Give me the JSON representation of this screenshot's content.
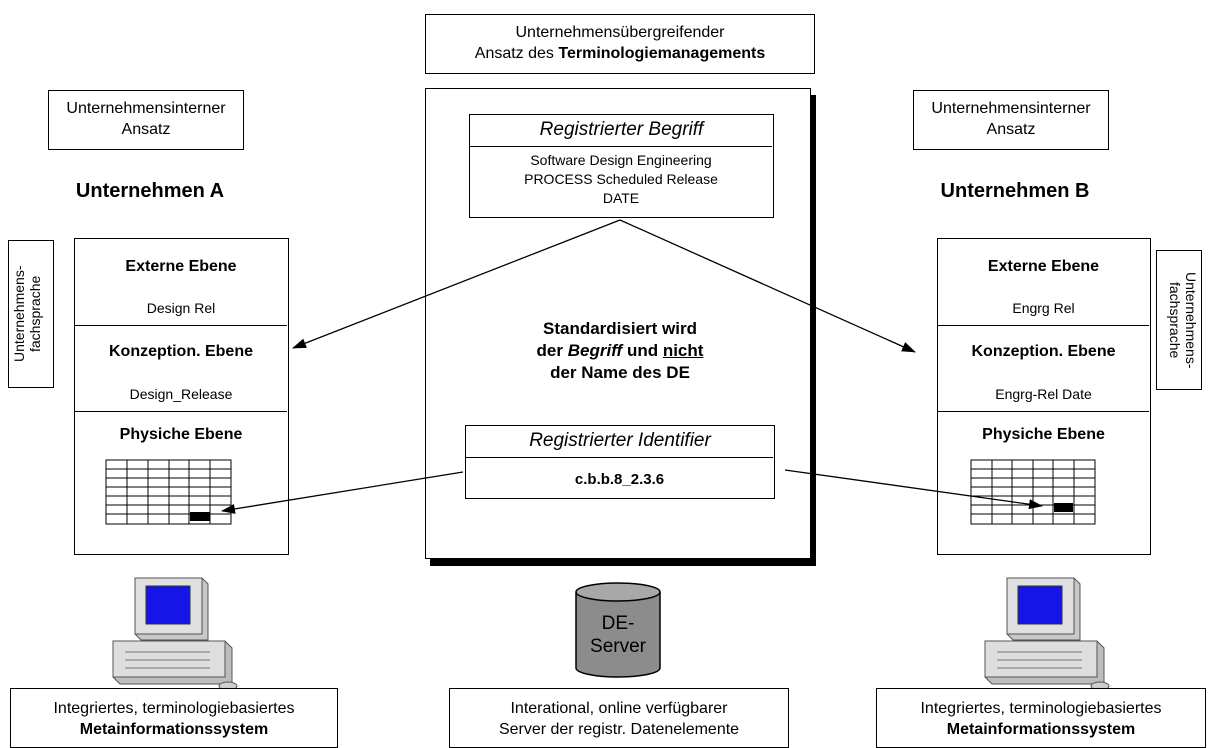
{
  "top": {
    "line1": "Unternehmensübergreifender",
    "line2_prefix": "Ansatz des ",
    "line2_bold": "Terminologiemanagements"
  },
  "left": {
    "approach_line1": "Unternehmensinterner",
    "approach_line2": "Ansatz",
    "company": "Unternehmen A",
    "side_label_line1": "Unternehmens-",
    "side_label_line2": "fachsprache",
    "extern_title": "Externe Ebene",
    "extern_value": "Design Rel",
    "concept_title": "Konzeption. Ebene",
    "concept_value": "Design_Release",
    "physical_title": "Physiche Ebene",
    "bottom_line1": "Integriertes, terminologiebasiertes",
    "bottom_line2": "Metainformationssystem"
  },
  "right": {
    "approach_line1": "Unternehmensinterner",
    "approach_line2": "Ansatz",
    "company": "Unternehmen B",
    "side_label_line1": "Unternehmens-",
    "side_label_line2": "fachsprache",
    "extern_title": "Externe Ebene",
    "extern_value": "Engrg Rel",
    "concept_title": "Konzeption. Ebene",
    "concept_value": "Engrg-Rel Date",
    "physical_title": "Physiche Ebene",
    "bottom_line1": "Integriertes, terminologiebasiertes",
    "bottom_line2": "Metainformationssystem"
  },
  "center": {
    "registered_term_title": "Registrierter Begriff",
    "registered_term_line1": "Software Design Engineering",
    "registered_term_line2": "PROCESS Scheduled Release",
    "registered_term_line3": "DATE",
    "std_line1": "Standardisiert wird",
    "std_line2_a": "der ",
    "std_line2_b": "Begriff",
    "std_line2_c": " und ",
    "std_line2_d": "nicht",
    "std_line3": "der Name des DE",
    "identifier_title": "Registrierter Identifier",
    "identifier_value": "c.b.b.8_2.3.6",
    "server_line1": "DE-",
    "server_line2": "Server",
    "bottom_line1": "Interational, online verfügbarer",
    "bottom_line2": "Server der registr. Datenelemente"
  }
}
